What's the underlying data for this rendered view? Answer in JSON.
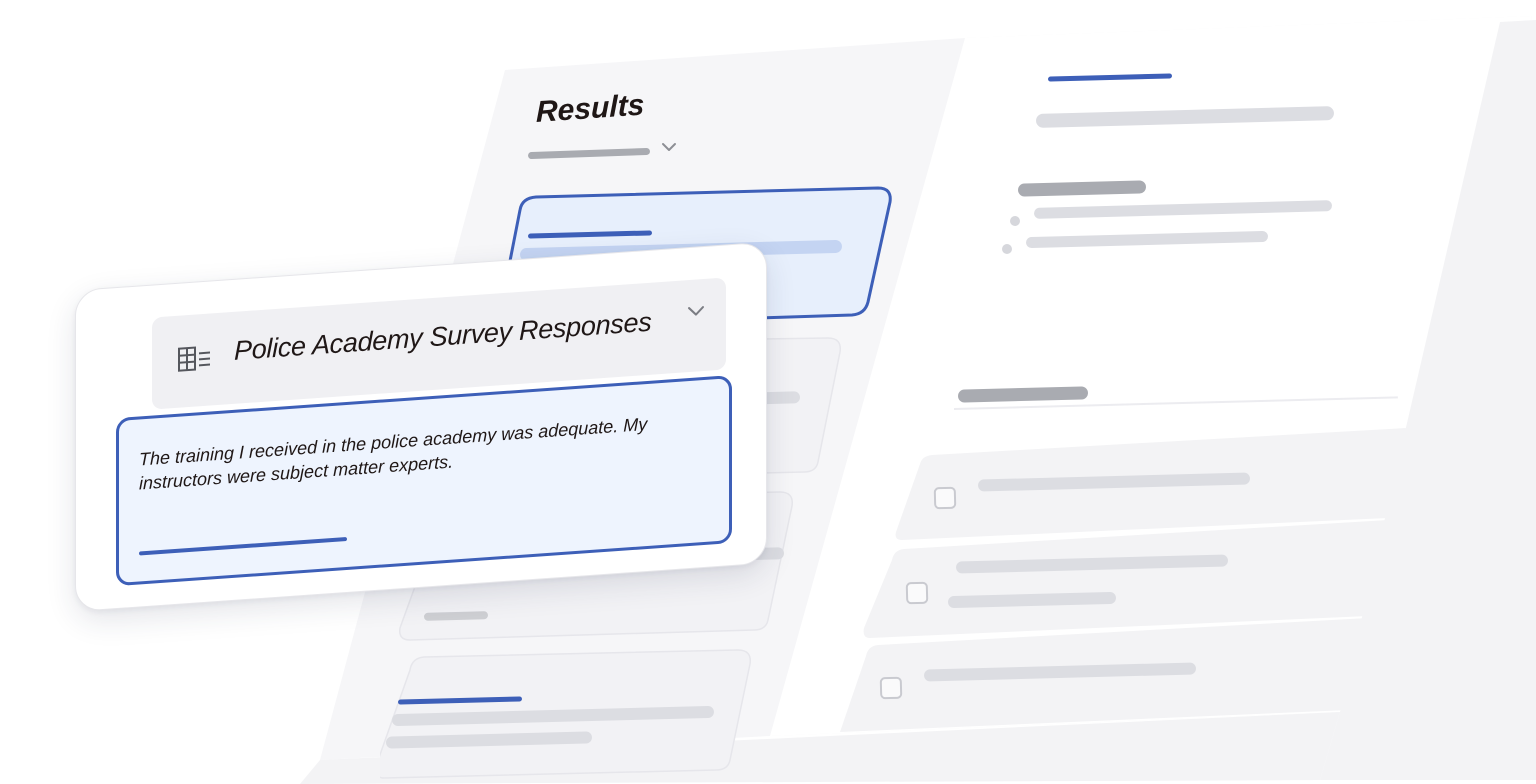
{
  "results_panel": {
    "title": "Results",
    "filter_chevron_icon": "chevron-down-icon"
  },
  "dataset_card": {
    "title": "Police Academy Survey Responses",
    "icon": "table-icon",
    "chevron_icon": "chevron-down-icon",
    "selected_response": {
      "text": "The training I received in the police academy was adequate. My instructors were subject matter experts."
    }
  },
  "colors": {
    "accent": "#3d5fb8",
    "selected_fill": "#eef4fe",
    "panel": "#f4f4f6",
    "card": "#f1f1f4",
    "text": "#1f1716"
  }
}
